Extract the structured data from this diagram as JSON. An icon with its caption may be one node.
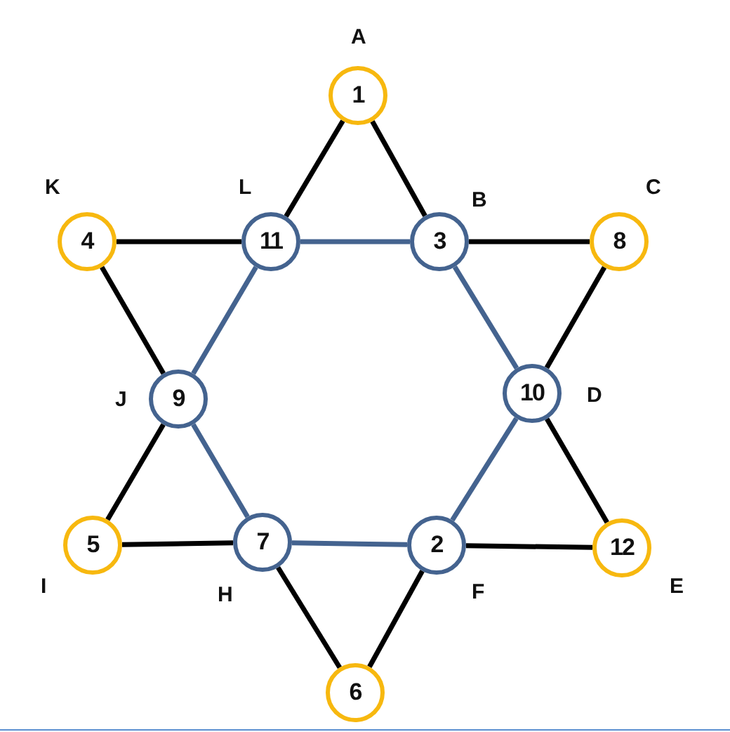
{
  "diagram": {
    "nodes": [
      {
        "text": [
          "1"
        ],
        "beside": [
          "A"
        ]
      },
      {
        "text": [
          "4"
        ],
        "beside": [
          "K"
        ]
      },
      {
        "text": [
          "11"
        ],
        "beside": [
          "L"
        ]
      },
      {
        "text": [
          "3"
        ],
        "beside": [
          "B"
        ]
      },
      {
        "text": [
          "8"
        ],
        "beside": [
          "C"
        ]
      },
      {
        "text": [
          "9"
        ],
        "beside": [
          "J"
        ]
      },
      {
        "text": [
          "10"
        ],
        "beside": [
          "D"
        ]
      },
      {
        "text": [
          "5"
        ],
        "beside": [
          "I"
        ]
      },
      {
        "text": [
          "7"
        ],
        "beside": [
          "H"
        ]
      },
      {
        "text": [
          "2"
        ],
        "beside": [
          "F"
        ]
      },
      {
        "text": [
          "12"
        ],
        "beside": [
          "E"
        ]
      },
      {
        "text": [
          "6"
        ]
      }
    ],
    "edges": [
      {
        "from": 0,
        "to": 2,
        "arrow": "none"
      },
      {
        "from": 0,
        "to": 3,
        "arrow": "none"
      },
      {
        "from": 1,
        "to": 2,
        "arrow": "none"
      },
      {
        "from": 2,
        "to": 3,
        "arrow": "none",
        "color": "#44638f"
      },
      {
        "from": 3,
        "to": 4,
        "arrow": "none"
      },
      {
        "from": 1,
        "to": 5,
        "arrow": "none"
      },
      {
        "from": 2,
        "to": 5,
        "arrow": "none",
        "color": "#44638f"
      },
      {
        "from": 3,
        "to": 6,
        "arrow": "none",
        "color": "#44638f"
      },
      {
        "from": 4,
        "to": 6,
        "arrow": "none"
      },
      {
        "from": 5,
        "to": 7,
        "arrow": "none"
      },
      {
        "from": 5,
        "to": 8,
        "arrow": "none",
        "color": "#44638f"
      },
      {
        "from": 6,
        "to": 9,
        "arrow": "none",
        "color": "#44638f"
      },
      {
        "from": 6,
        "to": 10,
        "arrow": "none"
      },
      {
        "from": 7,
        "to": 8,
        "arrow": "none"
      },
      {
        "from": 8,
        "to": 9,
        "arrow": "none",
        "color": "#44638f"
      },
      {
        "from": 9,
        "to": 10,
        "arrow": "none"
      },
      {
        "from": 8,
        "to": 11,
        "arrow": "none"
      },
      {
        "from": 9,
        "to": 11,
        "arrow": "none"
      }
    ]
  }
}
